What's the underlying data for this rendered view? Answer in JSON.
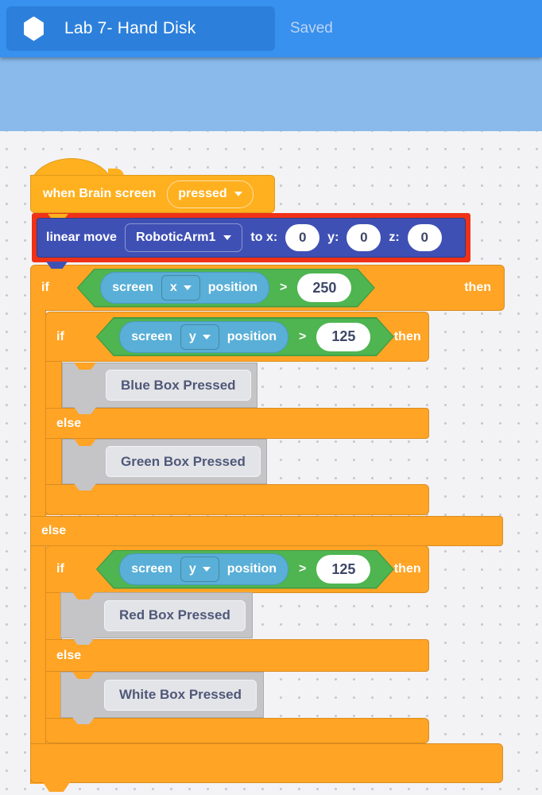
{
  "header": {
    "title": "Lab 7- Hand Disk",
    "status": "Saved"
  },
  "labels": {
    "if": "if",
    "then": "then",
    "else": "else"
  },
  "blocks": {
    "hat": {
      "text": "when Brain screen",
      "selected": "pressed"
    },
    "move": {
      "text": "linear move",
      "device": "RoboticArm1",
      "to_x_label": "to x:",
      "x_value": "0",
      "y_label": "y:",
      "y_value": "0",
      "z_label": "z:",
      "z_value": "0"
    },
    "outer_if": {
      "subject": "screen",
      "axis": "x",
      "property": "position",
      "operator": ">",
      "value": "250"
    },
    "inner_if_1": {
      "subject": "screen",
      "axis": "y",
      "property": "position",
      "operator": ">",
      "value": "125"
    },
    "inner_if_2": {
      "subject": "screen",
      "axis": "y",
      "property": "position",
      "operator": ">",
      "value": "125"
    },
    "actions": {
      "inner1_then": "Blue Box Pressed",
      "inner1_else": "Green Box Pressed",
      "inner2_then": "Red Box Pressed",
      "inner2_else": "White Box Pressed"
    }
  },
  "colors": {
    "header_blue": "#3890EF",
    "title_pill_blue": "#2C80DB",
    "panel_light_blue": "#8ABAEB",
    "event_orange": "#FFB01E",
    "control_orange": "#FFA425",
    "move_indigo": "#3F50B5",
    "selection_red": "#EF3118",
    "operator_green": "#4EB551",
    "sensing_blue": "#59AFD7",
    "action_gray": "#C5C5C8",
    "workspace_bg": "#F3F3F5"
  }
}
